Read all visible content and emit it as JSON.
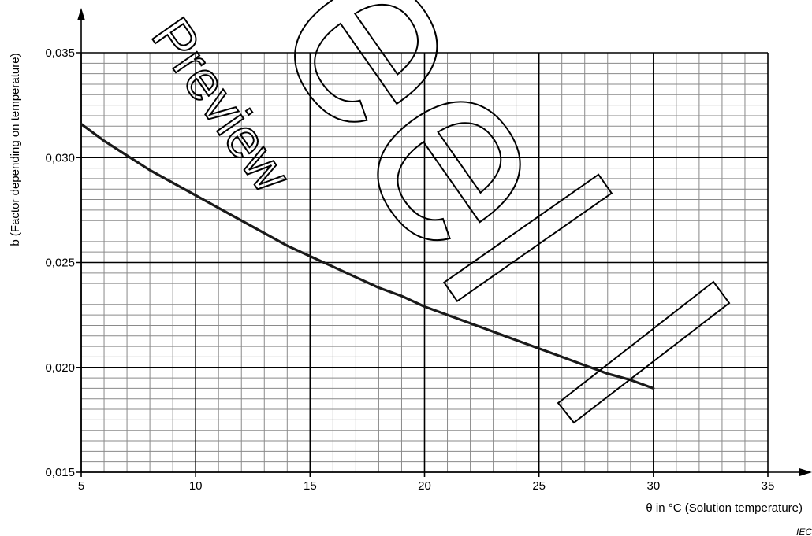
{
  "chart_data": {
    "type": "line",
    "title": "",
    "xlabel": "θ in °C (Solution temperature)",
    "ylabel": "b (Factor depending on temperature)",
    "xlim": [
      5,
      35
    ],
    "ylim": [
      0.015,
      0.035
    ],
    "x_ticks": [
      5,
      10,
      15,
      20,
      25,
      30,
      35
    ],
    "x_tick_labels": [
      "5",
      "10",
      "15",
      "20",
      "25",
      "30",
      "35"
    ],
    "y_ticks": [
      0.015,
      0.02,
      0.025,
      0.03,
      0.035
    ],
    "y_tick_labels": [
      "0,015",
      "0,020",
      "0,025",
      "0,030",
      "0,035"
    ],
    "x_minor_step": 1,
    "y_minor_step": 0.0005,
    "grid": true,
    "legend": "none",
    "series": [
      {
        "x": [
          5,
          6,
          7,
          8,
          9,
          10,
          11,
          12,
          13,
          14,
          15,
          16,
          17,
          18,
          19,
          20,
          21,
          22,
          23,
          24,
          25,
          26,
          27,
          28,
          29,
          30
        ],
        "y": [
          0.0316,
          0.0308,
          0.0301,
          0.0294,
          0.0288,
          0.0282,
          0.0276,
          0.027,
          0.0264,
          0.0258,
          0.0253,
          0.0248,
          0.0243,
          0.0238,
          0.0234,
          0.0229,
          0.0225,
          0.0221,
          0.0217,
          0.0213,
          0.0209,
          0.0205,
          0.0201,
          0.0197,
          0.0194,
          0.019
        ]
      }
    ]
  },
  "credit": "IEC",
  "watermark": {
    "word1": "Preview",
    "word2": "eel"
  }
}
